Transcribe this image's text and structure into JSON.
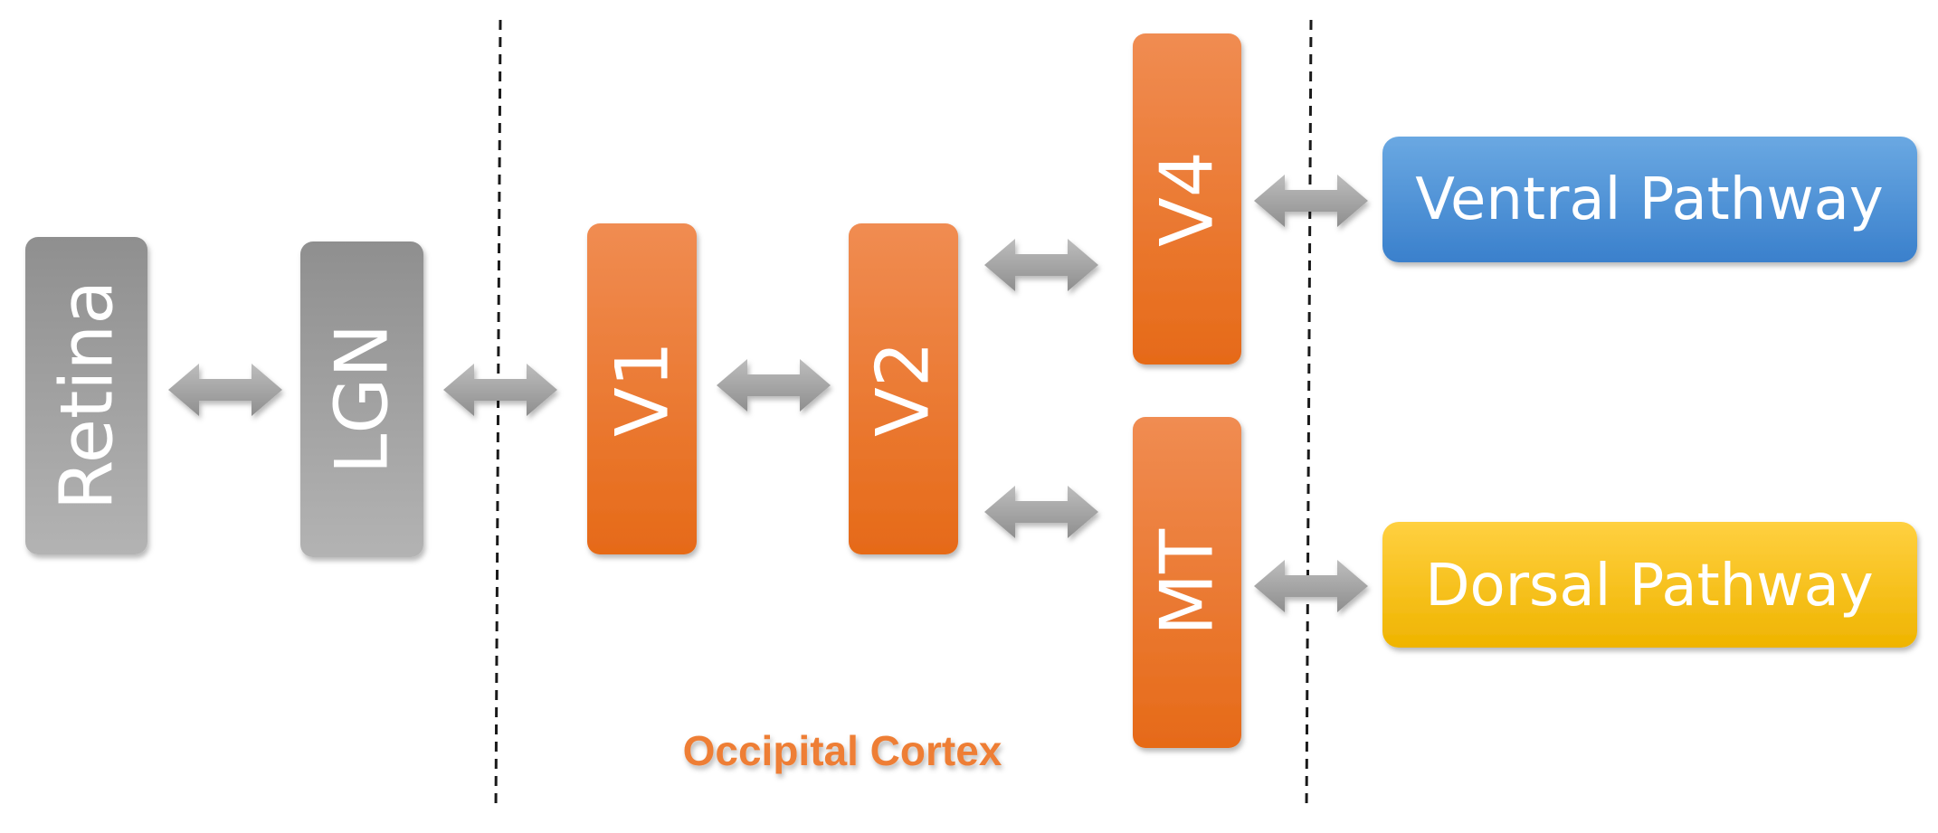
{
  "nodes": {
    "retina": "Retina",
    "lgn": "LGN",
    "v1": "V1",
    "v2": "V2",
    "v4": "V4",
    "mt": "MT",
    "ventral": "Ventral Pathway",
    "dorsal": "Dorsal Pathway"
  },
  "regions": {
    "occipital_cortex": "Occipital Cortex"
  },
  "colors": {
    "gray_node": "#a2a2a2",
    "orange_node": "#ed7828",
    "ventral_blue": "#4a8fd6",
    "dorsal_yellow": "#fcc314",
    "arrow_gray": "#a6a6a6",
    "region_label": "#ee7e34"
  }
}
